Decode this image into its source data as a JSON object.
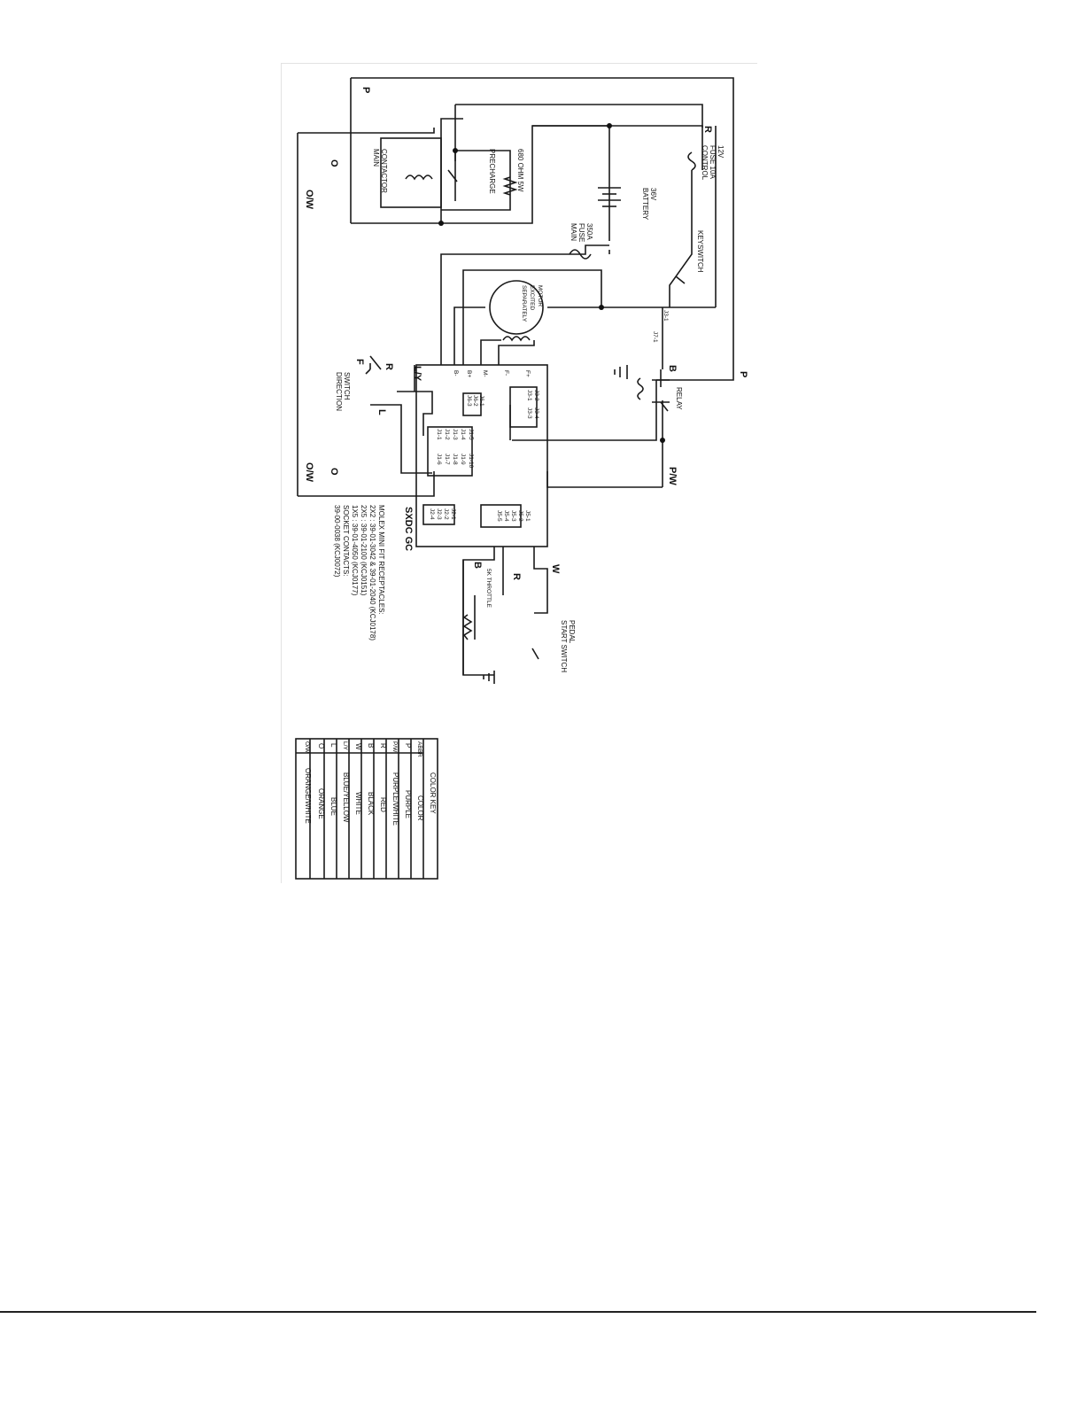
{
  "diagram": {
    "power": {
      "main_contactor": "MAIN\nCONTACTOR",
      "precharge": "PRECHARGE",
      "resistor": "680 OHM 5W",
      "battery": "BATTERY\n36V",
      "main_fuse": "MAIN\nFUSE\n350A",
      "control_fuse": "CONTROL\nFUSE 10A\n12V",
      "keyswitch": "KEYSWITCH",
      "motor": "SEPARATELY\nEXCITED\nMOTOR",
      "relay": "RELAY",
      "direction_switch": "DIRECTION\nSWITCH",
      "throttle": "5K THROTTLE",
      "start_switch": "START SWITCH\nPEDAL",
      "controller": "SXDC GC"
    },
    "wire_labels": {
      "p_top": "P",
      "r_top": "R",
      "p_bottom": "P",
      "b_relay": "B",
      "pw": "P/W",
      "ow_left": "O/W",
      "ow_right": "O/W",
      "o_left": "O",
      "o_right": "O",
      "ly": "L/Y",
      "r_dir": "R",
      "f_dir": "F",
      "l_dir": "L",
      "w_throttle": "W",
      "r_throttle": "R",
      "b_throttle": "B",
      "j3": "J3-1",
      "j7": "J7-1"
    },
    "controller_terminals": [
      "F+",
      "F-",
      "M-",
      "B+",
      "B-"
    ],
    "j5_pins": [
      "J5-1",
      "J5-2",
      "J5-3",
      "J5-4",
      "J5-5"
    ],
    "j2_pins": [
      "J2-1",
      "J2-2",
      "J2-3",
      "J2-4"
    ],
    "j3_pins": [
      "J3-2",
      "J3-1",
      "J3-4",
      "J3-3"
    ],
    "j6_pins": [
      "J6-1",
      "J6-2",
      "J6-3"
    ],
    "j1_pins": [
      "J1-5",
      "J1-10",
      "J1-4",
      "J1-9",
      "J1-3",
      "J1-8",
      "J1-2",
      "J1-7",
      "J1-1",
      "J1-6"
    ],
    "molex_note": [
      "MOLEX MINI FIT RECEPTACLES:",
      "2X2 : 39-01-3042 & 39-01-2040 (KCJ0178)",
      "2X5 : 39-01-2100 (KCJ0151)",
      "1X5 : 39-01-4050 (KCJ0177)",
      "SOCKET CONTACTS:",
      "39-00-0038 (KCJ0072)"
    ],
    "color_key": {
      "title": "COLOR KEY",
      "headers": [
        "ABBR",
        "COLOR"
      ],
      "rows": [
        [
          "P",
          "PURPLE"
        ],
        [
          "P/W",
          "PURPLE/WHITE"
        ],
        [
          "R",
          "RED"
        ],
        [
          "B",
          "BLACK"
        ],
        [
          "W",
          "WHITE"
        ],
        [
          "L/Y",
          "BLUE/YELLOW"
        ],
        [
          "L",
          "BLUE"
        ],
        [
          "O",
          "ORANGE"
        ],
        [
          "O/W",
          "ORANGE/WHITE"
        ]
      ]
    }
  }
}
